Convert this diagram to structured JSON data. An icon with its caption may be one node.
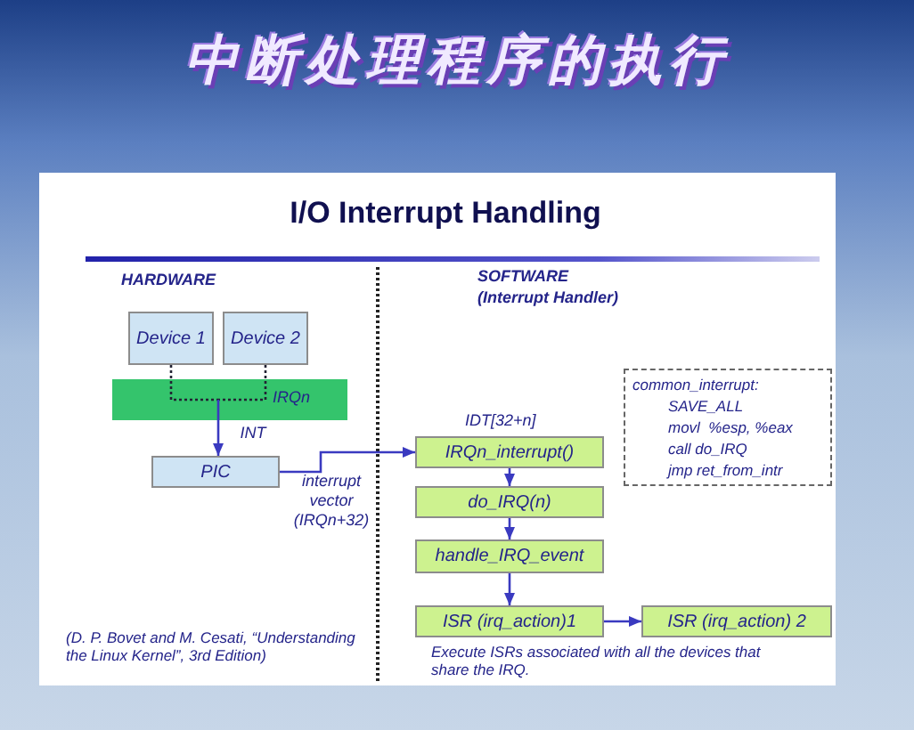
{
  "diagram": {
    "title": "中断处理程序的执行",
    "nodes": [
      {
        "text": [
          "Device 1"
        ]
      },
      {
        "text": [
          "Device 2"
        ]
      },
      {
        "text": [
          "IRQn"
        ]
      },
      {
        "text": [
          "PIC"
        ]
      },
      {
        "text": [
          "IRQn_interrupt()"
        ],
        "beside": [
          "IDT[32+n]"
        ]
      },
      {
        "text": [
          "do_IRQ(n)"
        ]
      },
      {
        "text": [
          "handle_IRQ_event"
        ]
      },
      {
        "text": [
          "ISR (irq_action)1"
        ]
      },
      {
        "text": [
          "ISR (irq_action) 2"
        ]
      },
      {
        "text": [
          "common_interrupt:",
          "SAVE_ALL",
          "movl  %esp, %eax",
          "call do_IRQ",
          "jmp ret_from_intr"
        ]
      }
    ],
    "edges": [
      {
        "from": 0,
        "to": 2,
        "arrow": "none",
        "style": "dashed",
        "color": "#222233"
      },
      {
        "from": 1,
        "to": 2,
        "arrow": "none",
        "style": "dashed",
        "color": "#222233"
      },
      {
        "from": 2,
        "to": 3,
        "arrow": "to",
        "label": "INT"
      },
      {
        "from": 3,
        "to": 4,
        "arrow": "to",
        "label": "interrupt vector (IRQn+32)"
      },
      {
        "from": 4,
        "to": 5,
        "arrow": "to"
      },
      {
        "from": 5,
        "to": 6,
        "arrow": "to"
      },
      {
        "from": 6,
        "to": 7,
        "arrow": "to"
      },
      {
        "from": 7,
        "to": 8,
        "arrow": "to"
      }
    ],
    "labels": [
      "I/O Interrupt Handling",
      "HARDWARE",
      "SOFTWARE",
      "(Interrupt Handler)",
      "Execute ISRs associated with all the devices that share the IRQ.",
      "(D. P. Bovet and M. Cesati, “Understanding the Linux Kernel”, 3rd Edition)"
    ]
  }
}
